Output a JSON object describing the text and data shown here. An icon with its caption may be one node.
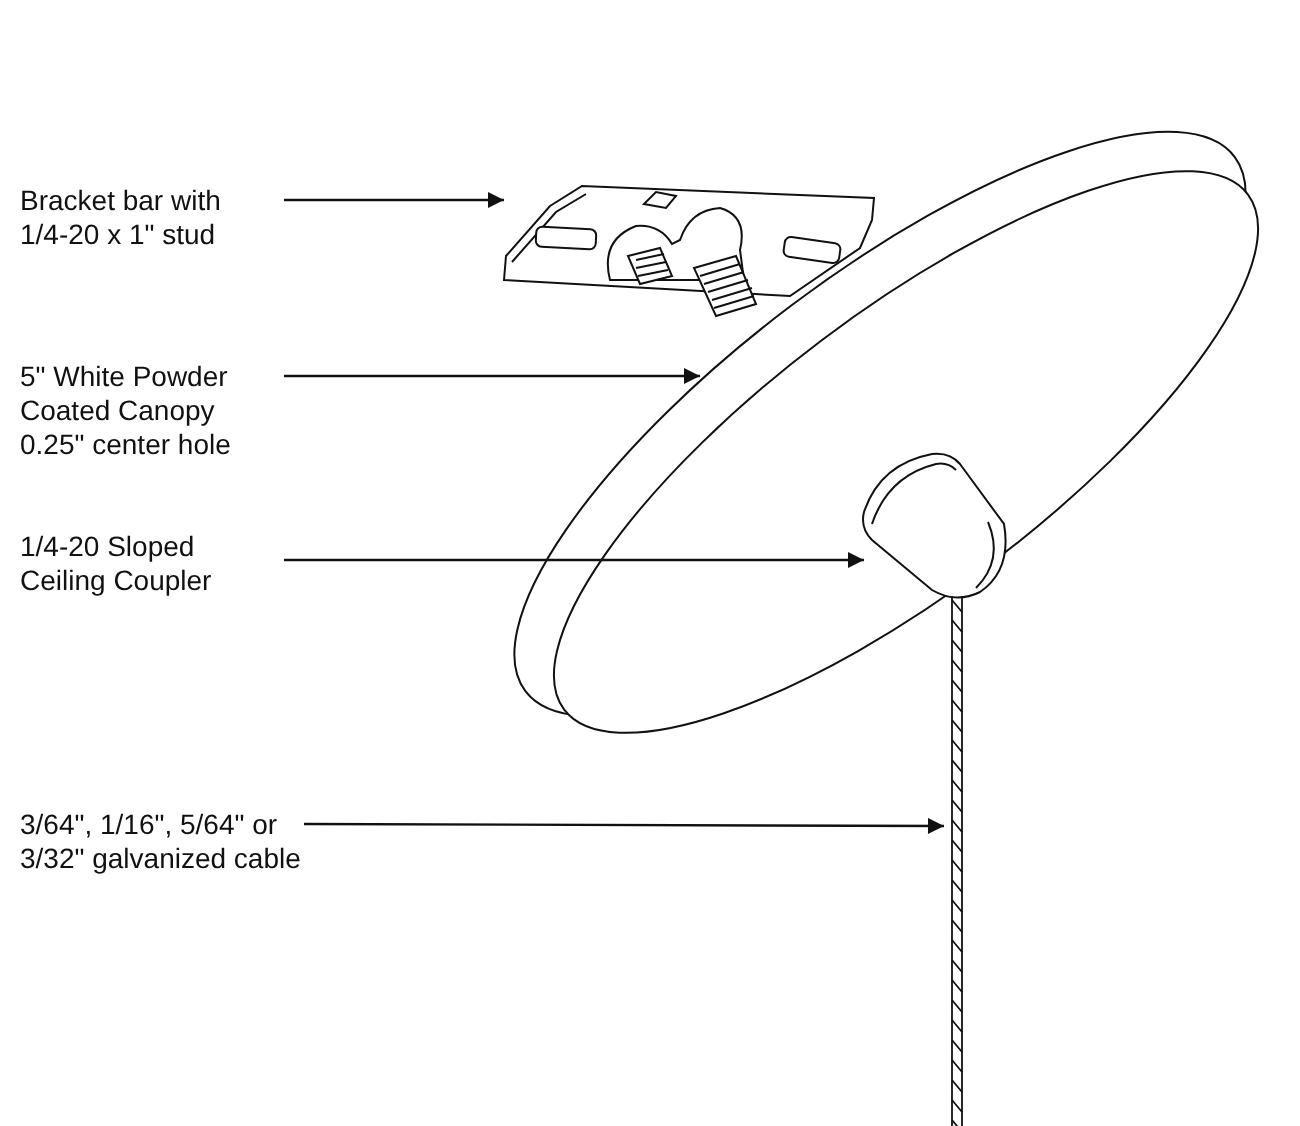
{
  "diagram": {
    "nodes": [
      {
        "text": [
          "Bracket bar with 1/4-20 x 1\" stud"
        ]
      },
      {
        "text": [
          "5\" White Powder Coated Canopy 0.25\" center hole"
        ]
      },
      {
        "text": [
          "1/4-20 Sloped Ceiling Coupler"
        ]
      },
      {
        "text": [
          "3/64\", 1/16\", 5/64\" or 3/32\" galvanized cable"
        ]
      },
      {
        "text": [],
        "shape": "picture"
      },
      {
        "text": [],
        "shape": "picture"
      },
      {
        "text": [],
        "shape": "picture",
        "in": 5
      },
      {
        "text": [],
        "shape": "picture"
      }
    ],
    "edges": [
      {
        "from": 0,
        "to": 4,
        "arrow": "to"
      },
      {
        "from": 1,
        "to": 5,
        "arrow": "to"
      },
      {
        "from": 2,
        "to": 6,
        "arrow": "to"
      },
      {
        "from": 3,
        "to": 7,
        "arrow": "to"
      }
    ]
  }
}
